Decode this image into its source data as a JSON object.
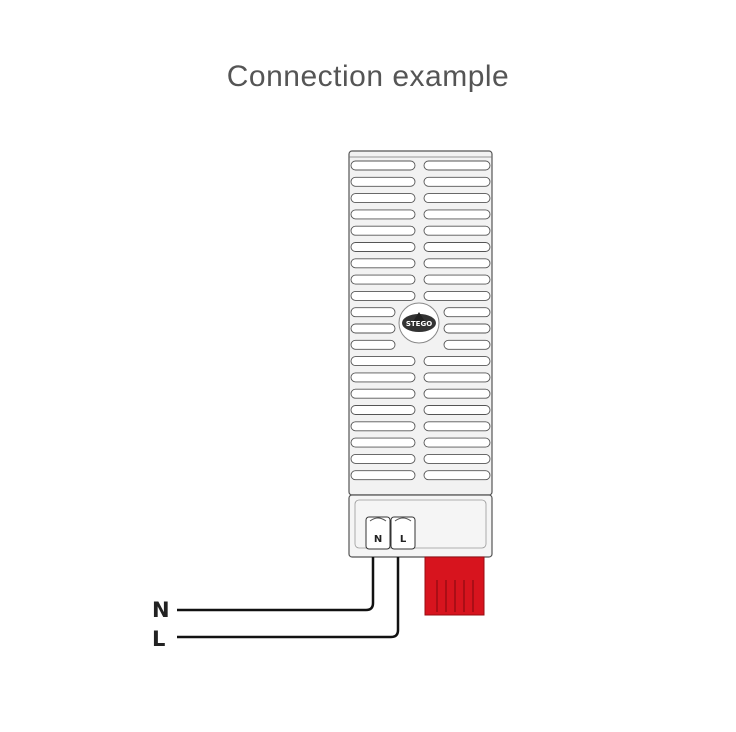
{
  "title": "Connection example",
  "wires": [
    {
      "label": "N",
      "terminal_label": "N"
    },
    {
      "label": "L",
      "terminal_label": "L"
    }
  ],
  "device": {
    "logo_text": "STEGO",
    "housing_color": "#f2f2f2",
    "outline_color": "#555555",
    "clip_color": "#d7141e"
  }
}
